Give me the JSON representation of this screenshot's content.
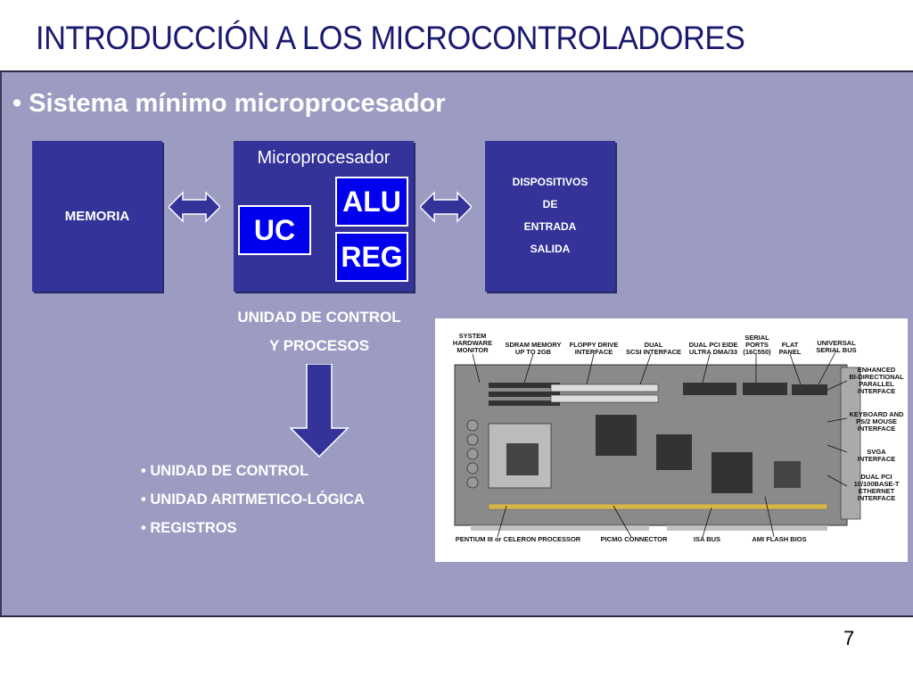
{
  "slide": {
    "title": "INTRODUCCIÓN A LOS MICROCONTROLADORES",
    "heading": "• Sistema mínimo microprocesador",
    "page_number": "7"
  },
  "diagram": {
    "memoria": "MEMORIA",
    "microprocesador": "Microprocesador",
    "alu": "ALU",
    "uc": "UC",
    "reg": "REG",
    "dispositivos_lines": [
      "DISPOSITIVOS",
      "DE",
      "ENTRADA",
      "SALIDA"
    ],
    "caption_line1": "UNIDAD DE CONTROL",
    "caption_line2": "Y PROCESOS"
  },
  "list": {
    "items": [
      "UNIDAD DE CONTROL",
      "UNIDAD ARITMETICO-LÓGICA",
      "REGISTROS"
    ]
  },
  "board_labels": {
    "top": [
      "SYSTEM\nHARDWARE\nMONITOR",
      "SDRAM MEMORY\nUP TO 2GB",
      "FLOPPY DRIVE\nINTERFACE",
      "DUAL\nSCSI INTERFACE",
      "DUAL PCI EIDE\nULTRA DMA/33",
      "SERIAL\nPORTS\n(16C550)",
      "FLAT\nPANEL",
      "UNIVERSAL\nSERIAL BUS"
    ],
    "right": [
      "ENHANCED\nBI-DIRECTIONAL\nPARALLEL\nINTERFACE",
      "KEYBOARD AND\nPS/2 MOUSE\nINTERFACE",
      "SVGA\nINTERFACE",
      "DUAL PCI\n10/100BASE-T\nETHERNET\nINTERFACE"
    ],
    "bottom": [
      "PENTIUM III or CELERON PROCESSOR",
      "PICMG CONNECTOR",
      "ISA BUS",
      "AMI FLASH BIOS"
    ]
  },
  "colors": {
    "panel_bg": "#9c9cc2",
    "box_bg": "#333399",
    "inner_bg": "#0000ee",
    "title_color": "#1a1a70"
  }
}
